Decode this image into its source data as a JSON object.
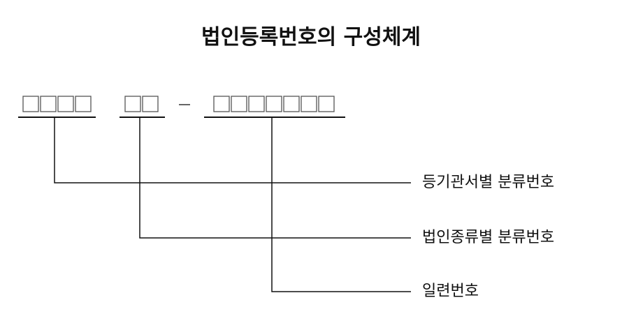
{
  "title": "법인등록번호의 구성체계",
  "number_format": {
    "group1_digits": 4,
    "group2_digits": 2,
    "separator": "-",
    "group3_digits": 7
  },
  "labels": [
    "등기관서별 분류번호",
    "법인종류별 분류번호",
    "일련번호"
  ]
}
